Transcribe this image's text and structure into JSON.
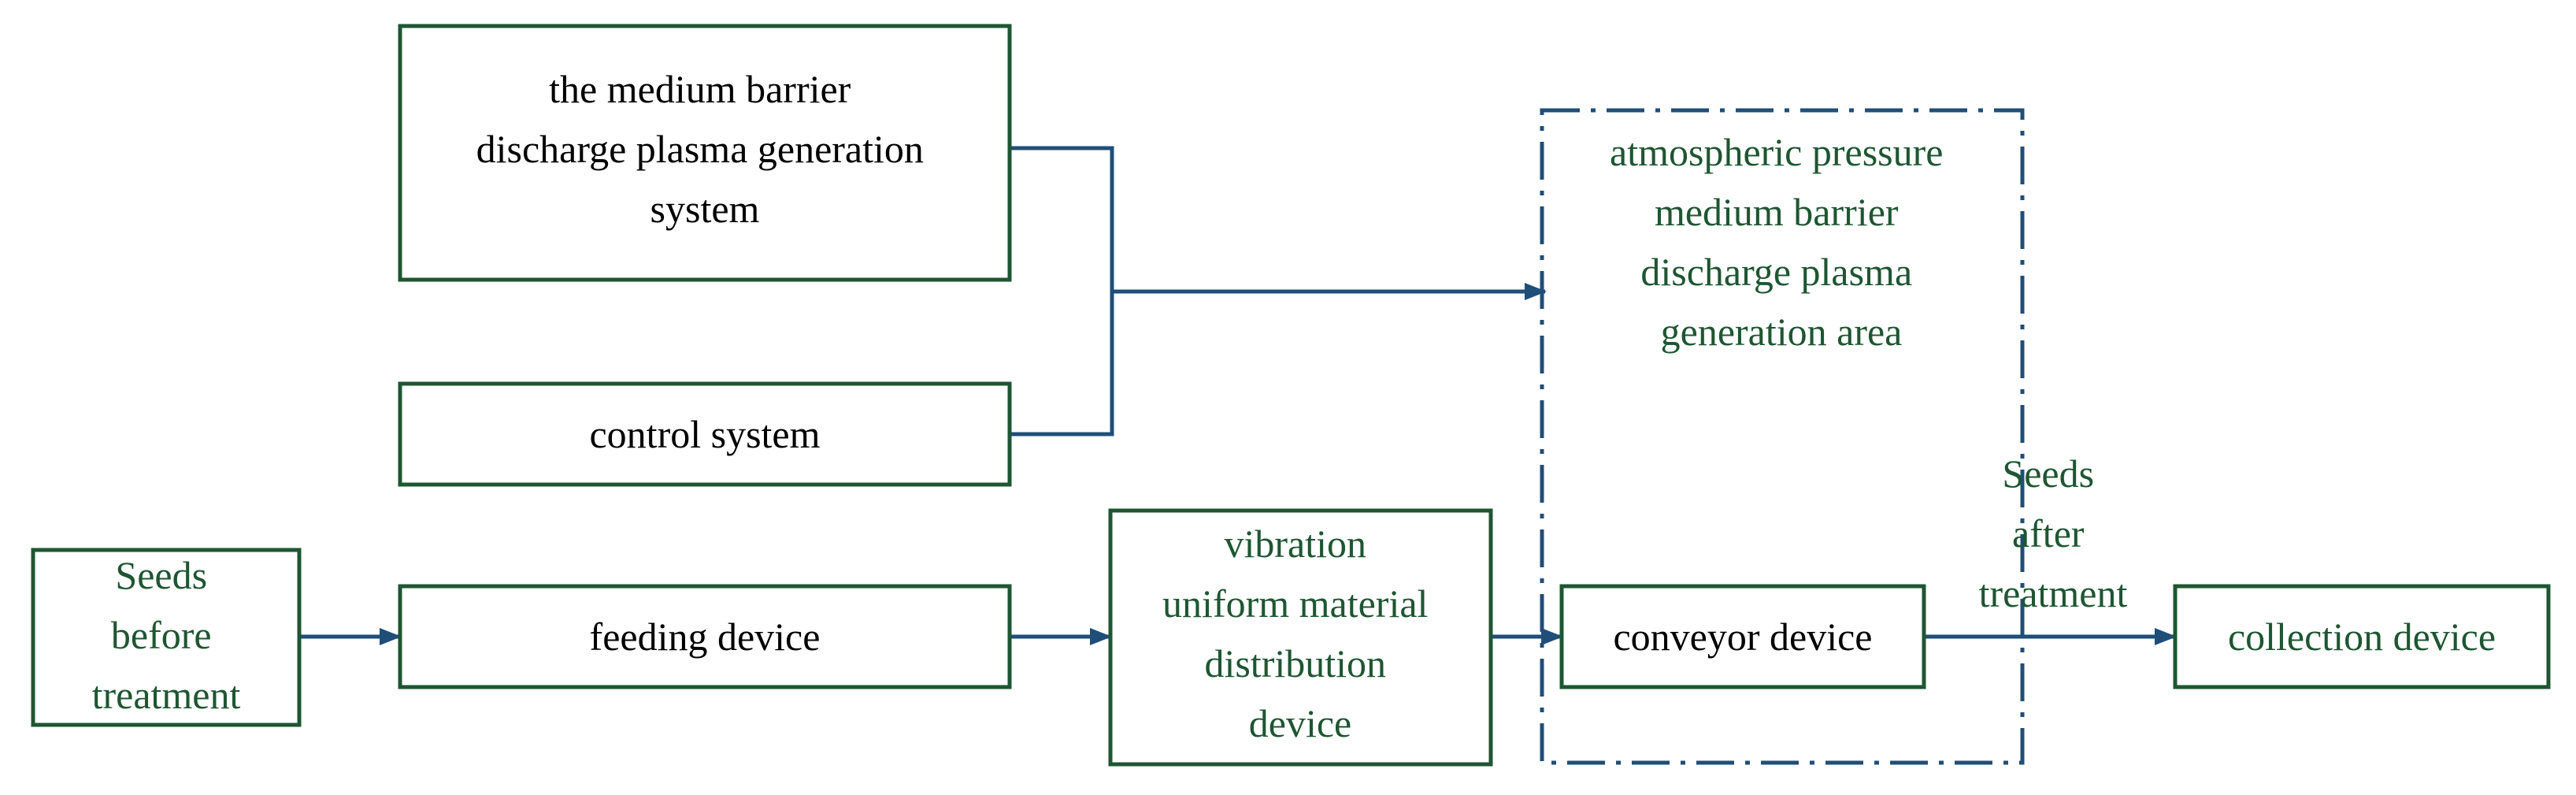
{
  "colors": {
    "box_border": "#1e5632",
    "arrow": "#1f4e79",
    "text_black": "#000000",
    "text_green": "#1e5632",
    "dashed_border": "#1f4e79"
  },
  "boxes": {
    "dbd_system": [
      "the medium barrier",
      "discharge plasma generation",
      "system"
    ],
    "control_system": [
      "control system"
    ],
    "seeds_before": [
      "Seeds",
      "before",
      "treatment"
    ],
    "feeding_device": [
      "feeding device"
    ],
    "vibration_device": [
      "vibration",
      "uniform material",
      "distribution",
      "device"
    ],
    "conveyor_device": [
      "conveyor device"
    ],
    "collection_device": [
      "collection device"
    ]
  },
  "area_label": [
    "atmospheric pressure",
    "medium barrier",
    "discharge plasma",
    "generation area"
  ],
  "seeds_after_label": [
    "Seeds",
    "after",
    "treatment"
  ]
}
